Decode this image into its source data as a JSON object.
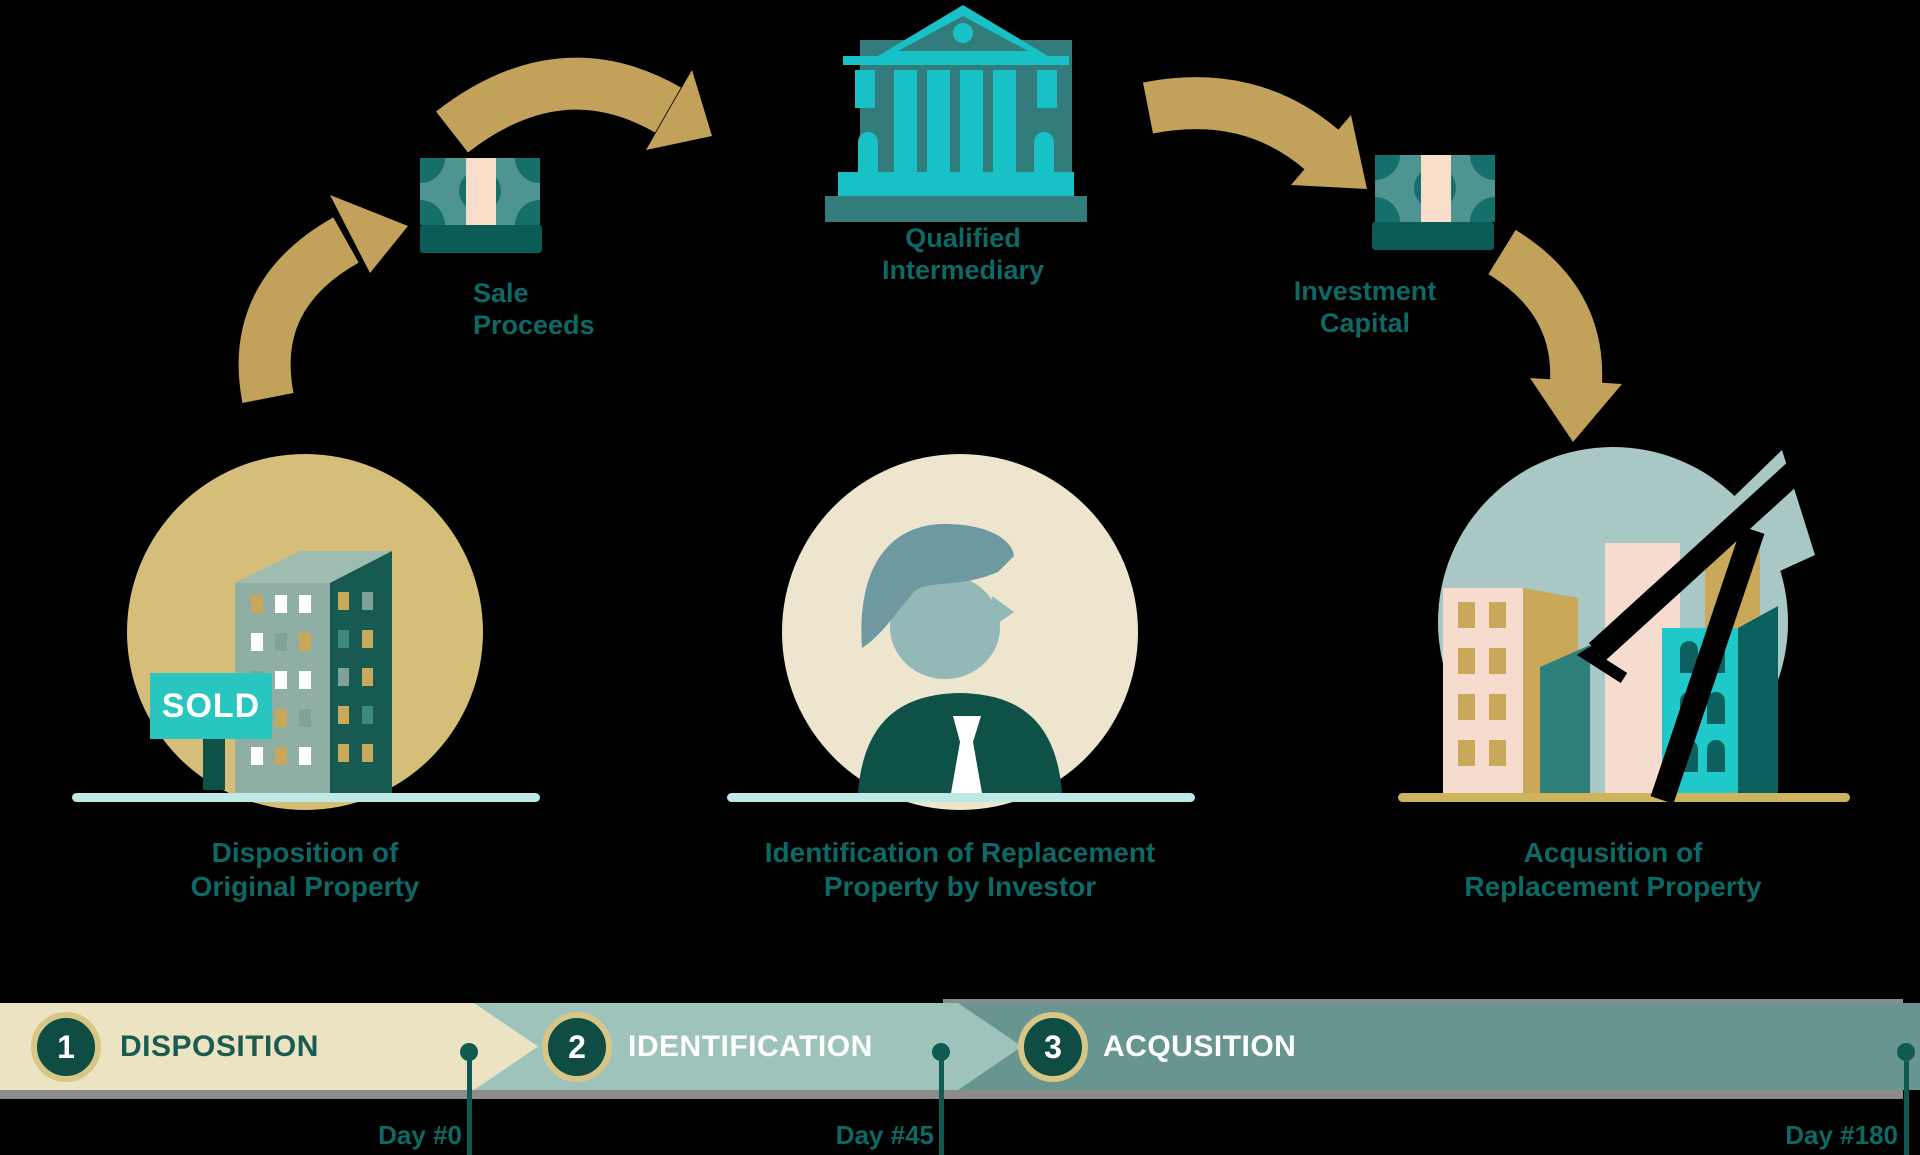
{
  "palette": {
    "background": "#000000",
    "arrow_tan": "#C2A15B",
    "gold_circle": "#D5BE7A",
    "cream_circle": "#EDE5CE",
    "muted_teal_circle": "#A9C7C4",
    "bright_teal": "#17C1C6",
    "dark_teal_text": "#0C6965",
    "sold_sign_teal": "#29C5BF",
    "segment1_bg": "#ECE3C3",
    "segment2_bg": "#9DC3BA",
    "segment3_bg": "#68958F",
    "badge_ring_gold": "#D8C687"
  },
  "intermediary": {
    "icon": "bank-icon",
    "line1": "Qualified",
    "line2": "Intermediary"
  },
  "sale_proceeds": {
    "icon": "money-stack-icon",
    "line1": "Sale",
    "line2": "Proceeds"
  },
  "investment_capital": {
    "icon": "money-stack-icon",
    "line1": "Investment",
    "line2": "Capital"
  },
  "stages": [
    {
      "number": "1",
      "bar_label": "DISPOSITION",
      "caption_line1": "Disposition of",
      "caption_line2": "Original Property",
      "day_marker": "Day #0",
      "badge": "SOLD"
    },
    {
      "number": "2",
      "bar_label": "IDENTIFICATION",
      "caption_line1": "Identification of Replacement",
      "caption_line2": "Property by Investor",
      "day_marker": "Day #45"
    },
    {
      "number": "3",
      "bar_label": "ACQUSITION",
      "caption_line1": "Acqusition of",
      "caption_line2": "Replacement Property",
      "day_marker": "Day #180"
    }
  ]
}
